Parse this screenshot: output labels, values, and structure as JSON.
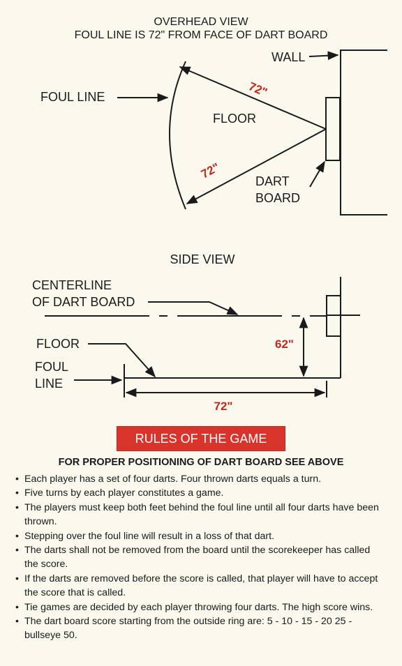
{
  "overhead": {
    "title": "OVERHEAD VIEW",
    "subtitle": "FOUL LINE IS 72\" FROM FACE OF DART BOARD",
    "wall_label": "WALL",
    "foul_line_label": "FOUL LINE",
    "floor_label": "FLOOR",
    "dist_top": "72\"",
    "dist_bottom": "72\"",
    "dart_board_label_1": "DART",
    "dart_board_label_2": "BOARD"
  },
  "side": {
    "title": "SIDE VIEW",
    "centerline_label_1": "CENTERLINE",
    "centerline_label_2": "OF DART BOARD",
    "floor_label": "FLOOR",
    "foul_label_1": "FOUL",
    "foul_label_2": "LINE",
    "height_label": "62\"",
    "dist_label": "72\""
  },
  "rules": {
    "banner": "RULES OF THE GAME",
    "heading": "FOR PROPER POSITIONING OF DART BOARD SEE ABOVE",
    "items": [
      "Each player has a set of four darts. Four thrown darts equals a turn.",
      "Five turns by each player constitutes a game.",
      "The players must keep both feet behind the foul line until all four darts have been thrown.",
      "Stepping over the foul line will result in a loss of that dart.",
      "The darts shall not be removed from the board until the scorekeeper has called the score.",
      "If the darts are removed before the score is called, that player will have to accept the score that is called.",
      "Tie games are decided by each player throwing four darts. The high score wins.",
      "The dart board score starting from the outside ring are: 5 - 10 - 15 - 20 25 - bullseye 50."
    ]
  },
  "colors": {
    "accent": "#d9342b",
    "measure_text": "#c0281e",
    "background": "#fbf8ee"
  }
}
